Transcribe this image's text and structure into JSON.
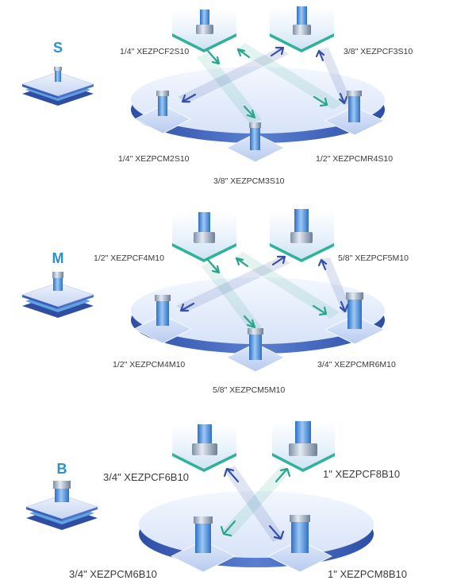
{
  "sections": [
    {
      "id": "s",
      "letter": "S",
      "top_left_label": "1/4\" XEZPCF2S10",
      "top_right_label": "3/8\" XEZPCF3S10",
      "bottom_left_label": "1/4\" XEZPCM2S10",
      "bottom_center_label": "3/8\" XEZPCM3S10",
      "bottom_right_label": "1/2\" XEZPCMR4S10"
    },
    {
      "id": "m",
      "letter": "M",
      "top_left_label": "1/2\" XEZPCF4M10",
      "top_right_label": "5/8\" XEZPCF5M10",
      "bottom_left_label": "1/2\" XEZPCM4M10",
      "bottom_center_label": "5/8\" XEZPCM5M10",
      "bottom_right_label": "3/4\" XEZPCMR6M10"
    },
    {
      "id": "b",
      "letter": "B",
      "top_left_label": "3/4\" XEZPCF6B10",
      "top_right_label": "1\" XEZPCF8B10",
      "bottom_left_label": "3/4\" XEZPCM6B10",
      "bottom_right_label": "1\" XEZPCM8B10"
    }
  ],
  "colors": {
    "size_letter": "#2c8fd0",
    "disk_top": "#e6eefb",
    "disk_side": "#3d5fb8",
    "female_tile": "#2fb29a",
    "male_tile": "#b9cdf1",
    "arrow_teal": "#2aa58c",
    "arrow_blue": "#3550a8"
  }
}
